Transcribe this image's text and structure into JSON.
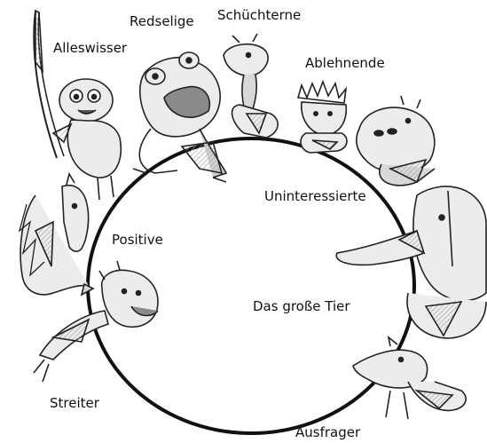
{
  "diagram": {
    "labels": {
      "alleswisser": "Alleswisser",
      "redselige": "Redselige",
      "schuechterne": "Schüchterne",
      "ablehnende": "Ablehnende",
      "uninteressierte": "Uninteressierte",
      "positive": "Positive",
      "das_grosse_tier": "Das große Tier",
      "streiter": "Streiter",
      "ausfrager": "Ausfrager"
    }
  },
  "colors": {
    "ink": "#111111",
    "fill_light": "#e6e6e6",
    "fill_mid": "#cfcfcf",
    "shade": "#9a9a9a"
  },
  "icons": [
    "owl-monkey-icon",
    "frog-icon",
    "shy-bird-icon",
    "hedgehog-icon",
    "hippo-icon",
    "elephant-icon",
    "horse-icon",
    "quarreling-creature-icon",
    "anteater-icon"
  ]
}
